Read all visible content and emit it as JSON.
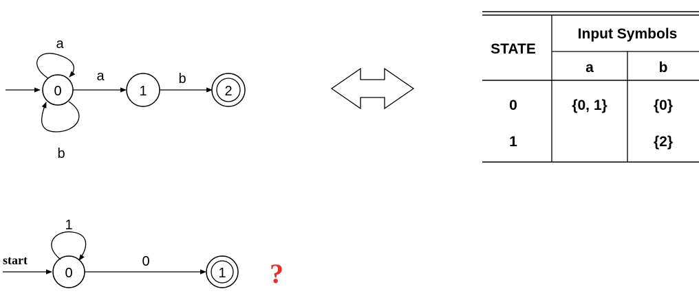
{
  "nfa1": {
    "states": [
      "0",
      "1",
      "2"
    ],
    "self_loop_top": "a",
    "self_loop_bottom": "b",
    "edge_0_1": "a",
    "edge_1_2": "b"
  },
  "table": {
    "state_header": "STATE",
    "input_header": "Input Symbols",
    "symbols": [
      "a",
      "b"
    ],
    "rows": [
      {
        "state": "0",
        "a": "{0, 1}",
        "b": "{0}"
      },
      {
        "state": "1",
        "a": "",
        "b": "{2}"
      }
    ]
  },
  "nfa2": {
    "start_label": "start",
    "states": [
      "0",
      "1"
    ],
    "self_loop": "1",
    "edge_0_1": "0",
    "question": "?",
    "question_color": "#e8302a"
  }
}
